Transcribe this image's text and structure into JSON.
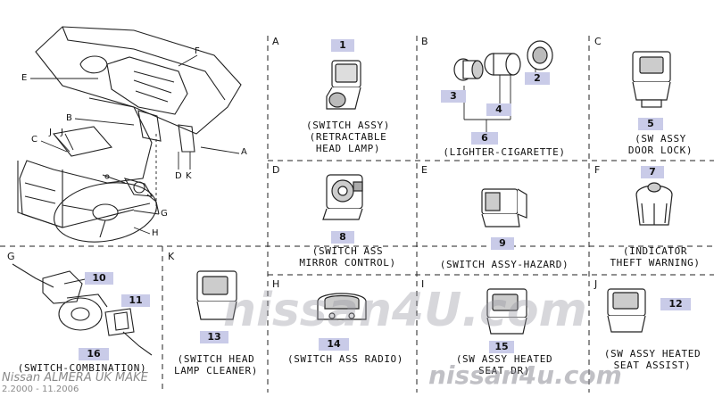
{
  "overview_labels": [
    "E",
    "F",
    "B",
    "C",
    "J",
    "J",
    "A",
    "D",
    "K",
    "G",
    "H"
  ],
  "sections": [
    {
      "letter": "A",
      "caption": [
        "(SWITCH ASSY)",
        "(RETRACTABLE",
        "HEAD LAMP)"
      ],
      "callouts": [
        "1"
      ]
    },
    {
      "letter": "B",
      "caption": [
        "(LIGHTER-CIGARETTE)"
      ],
      "callouts": [
        "2",
        "3",
        "4",
        "6"
      ]
    },
    {
      "letter": "C",
      "caption": [
        "(SW ASSY",
        "DOOR LOCK)"
      ],
      "callouts": [
        "5"
      ]
    },
    {
      "letter": "D",
      "caption": [
        "(SWITCH ASS",
        "MIRROR CONTROL)"
      ],
      "callouts": [
        "8"
      ]
    },
    {
      "letter": "E",
      "caption": [
        "(SWITCH ASSY-HAZARD)"
      ],
      "callouts": [
        "9"
      ]
    },
    {
      "letter": "F",
      "caption": [
        "(INDICATOR",
        "THEFT WARNING)"
      ],
      "callouts": [
        "7"
      ]
    },
    {
      "letter": "G",
      "caption": [
        "(SWITCH-COMBINATION)"
      ],
      "callouts": [
        "10",
        "11",
        "16"
      ]
    },
    {
      "letter": "K",
      "caption": [
        "(SWITCH HEAD",
        "LAMP CLEANER)"
      ],
      "callouts": [
        "13"
      ]
    },
    {
      "letter": "H",
      "caption": [
        "(SWITCH ASS RADIO)"
      ],
      "callouts": [
        "14"
      ]
    },
    {
      "letter": "I",
      "caption": [
        "(SW ASSY HEATED",
        "SEAT DR)"
      ],
      "callouts": [
        "15"
      ]
    },
    {
      "letter": "J",
      "caption": [
        "(SW ASSY HEATED",
        "SEAT ASSIST)"
      ],
      "callouts": [
        "12"
      ]
    }
  ],
  "watermark": "nissan4U.com",
  "watermark_small": "nissan4u.com",
  "footer": {
    "model": "Nissan ALMERA UK MAKE",
    "dates": "2.2000 - 11.2006"
  }
}
